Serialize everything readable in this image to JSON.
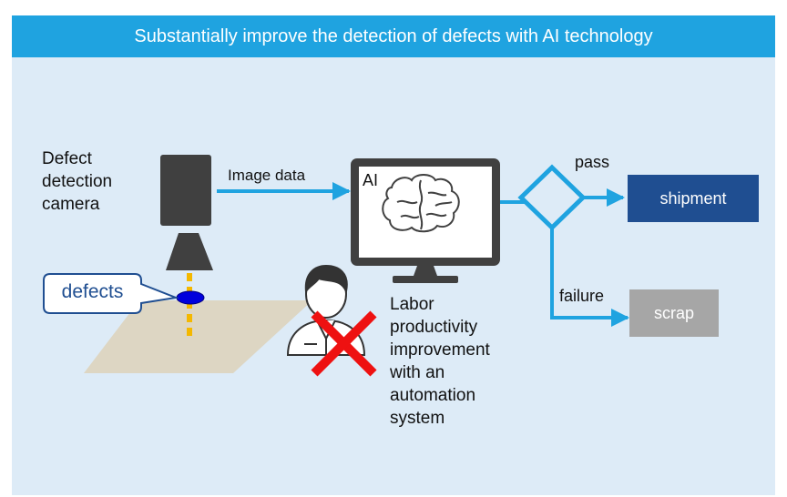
{
  "title": "Substantially improve the detection of defects with AI technology",
  "labels": {
    "camera": [
      "Defect",
      "detection",
      "camera"
    ],
    "image_data": "Image data",
    "ai": "AI",
    "pass": "pass",
    "failure": "failure",
    "shipment": "shipment",
    "scrap": "scrap",
    "defects": "defects",
    "labor": [
      "Labor",
      "productivity",
      "improvement",
      "with an",
      "automation",
      "system"
    ]
  },
  "colors": {
    "header": "#1fa3e0",
    "background": "#ddebf7",
    "arrow": "#1fa3e0",
    "shipment_box": "#1f4e91",
    "scrap_box": "#a6a6a6",
    "camera": "#404040",
    "monitor": "#404040",
    "defect_dot": "#0000dd",
    "beam": "#f4b800",
    "table": "#ddd6c3",
    "cross": "#ee1111"
  },
  "icons": [
    "camera-icon",
    "monitor-icon",
    "brain-icon",
    "worker-icon",
    "cross-icon",
    "decision-diamond-icon"
  ]
}
